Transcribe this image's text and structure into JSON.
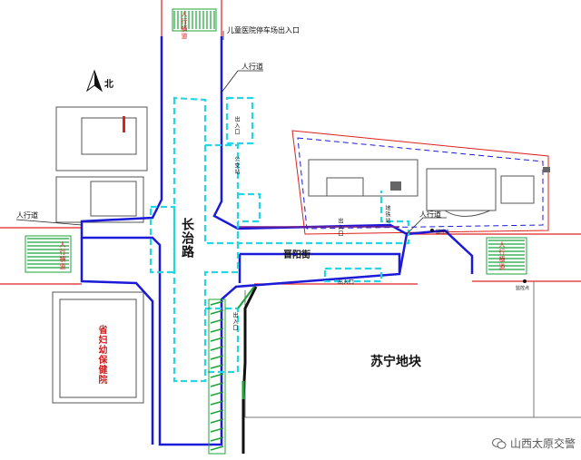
{
  "labels": {
    "hospital_parking_entrance": "儿童医院停车场出入口",
    "sidewalk_top": "人行道",
    "sidewalk_left": "人行道",
    "sidewalk_right": "人行道",
    "north": "北",
    "changzhi_road": "长治路",
    "jinyang_street": "晋阳街",
    "suning_plot": "苏宁地块",
    "left_building": "省妇幼保健院",
    "crosswalk_top": "人行横道",
    "crosswalk_left": "人行横道",
    "crosswalk_right": "人行横道",
    "bus_stop": "公交站",
    "exit_a": "出入口",
    "exit_b": "出入口",
    "exit_c": "出入口",
    "exit_d": "出入口",
    "station_label": "地铁站",
    "sensor_a": "监控点",
    "sensor_b": "监控点"
  },
  "watermark": "山西太原交警",
  "colors": {
    "road_outline": "#1a1ad8",
    "station": "#22d6e6",
    "red_line": "#e0201e",
    "green_hatch": "#1ea33a",
    "black_line": "#111111",
    "purple_line": "#7a1e8a"
  },
  "icons": [
    "north-arrow-icon",
    "wechat-icon"
  ]
}
